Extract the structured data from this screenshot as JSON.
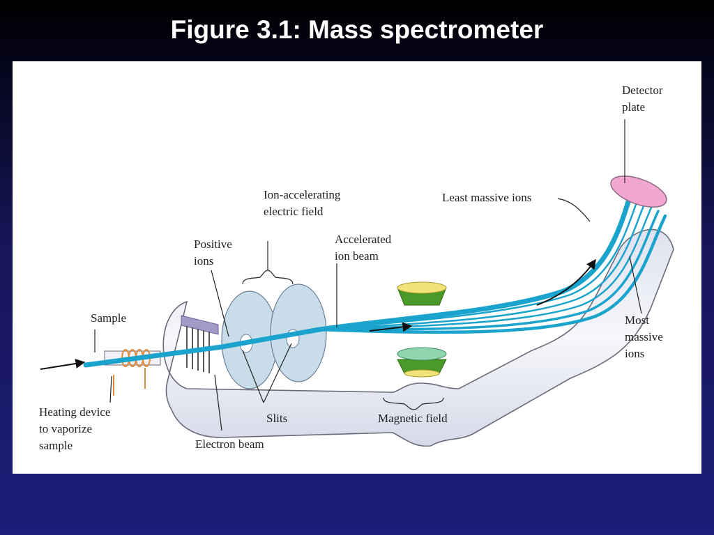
{
  "slide": {
    "title": "Figure 3.1: Mass spectrometer"
  },
  "diagram": {
    "labels": {
      "detector_plate_line1": "Detector",
      "detector_plate_line2": "plate",
      "least_massive_ions": "Least massive ions",
      "ion_accel_line1": "Ion-accelerating",
      "ion_accel_line2": "electric field",
      "positive_ions_line1": "Positive",
      "positive_ions_line2": "ions",
      "accelerated_line1": "Accelerated",
      "accelerated_line2": "ion beam",
      "sample": "Sample",
      "most_massive_line1": "Most",
      "most_massive_line2": "massive",
      "most_massive_line3": "ions",
      "heating_line1": "Heating device",
      "heating_line2": "to vaporize",
      "heating_line3": "sample",
      "slits": "Slits",
      "electron_beam": "Electron beam",
      "magnetic_field": "Magnetic field"
    },
    "colors": {
      "ion_beam": "#1aa3cc",
      "tube_fill": "#eef0f8",
      "tube_outline": "#555566",
      "accelerating_plates": "#c9dcea",
      "magnet_green": "#4a9a2a",
      "magnet_top": "#f2e27a",
      "magnet_bottom_face": "#8fd6b0",
      "heating_coil": "#e08a3a",
      "detector_plate": "#f3a6d0",
      "electron_emitter": "#a49ac8",
      "title_text": "#ffffff",
      "background": "#1d1d7a"
    }
  }
}
